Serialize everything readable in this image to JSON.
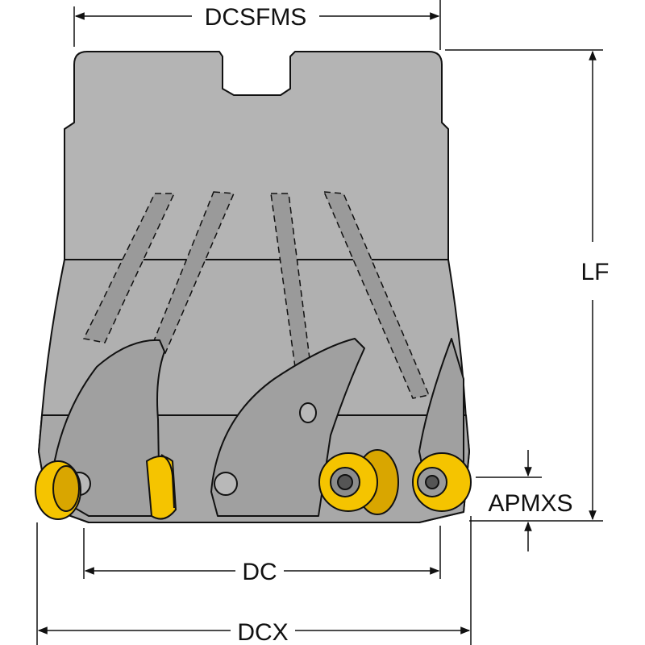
{
  "dimensions": {
    "dcsfms": "DCSFMS",
    "lf": "LF",
    "apmxs": "APMXS",
    "dc": "DC",
    "dcx": "DCX"
  },
  "colors": {
    "body": "#b4b4b4",
    "body_dark": "#8c8c8c",
    "flute": "#9a9a9a",
    "insert": "#f5c400",
    "insert_dark": "#d9a600",
    "outline": "#111111"
  }
}
